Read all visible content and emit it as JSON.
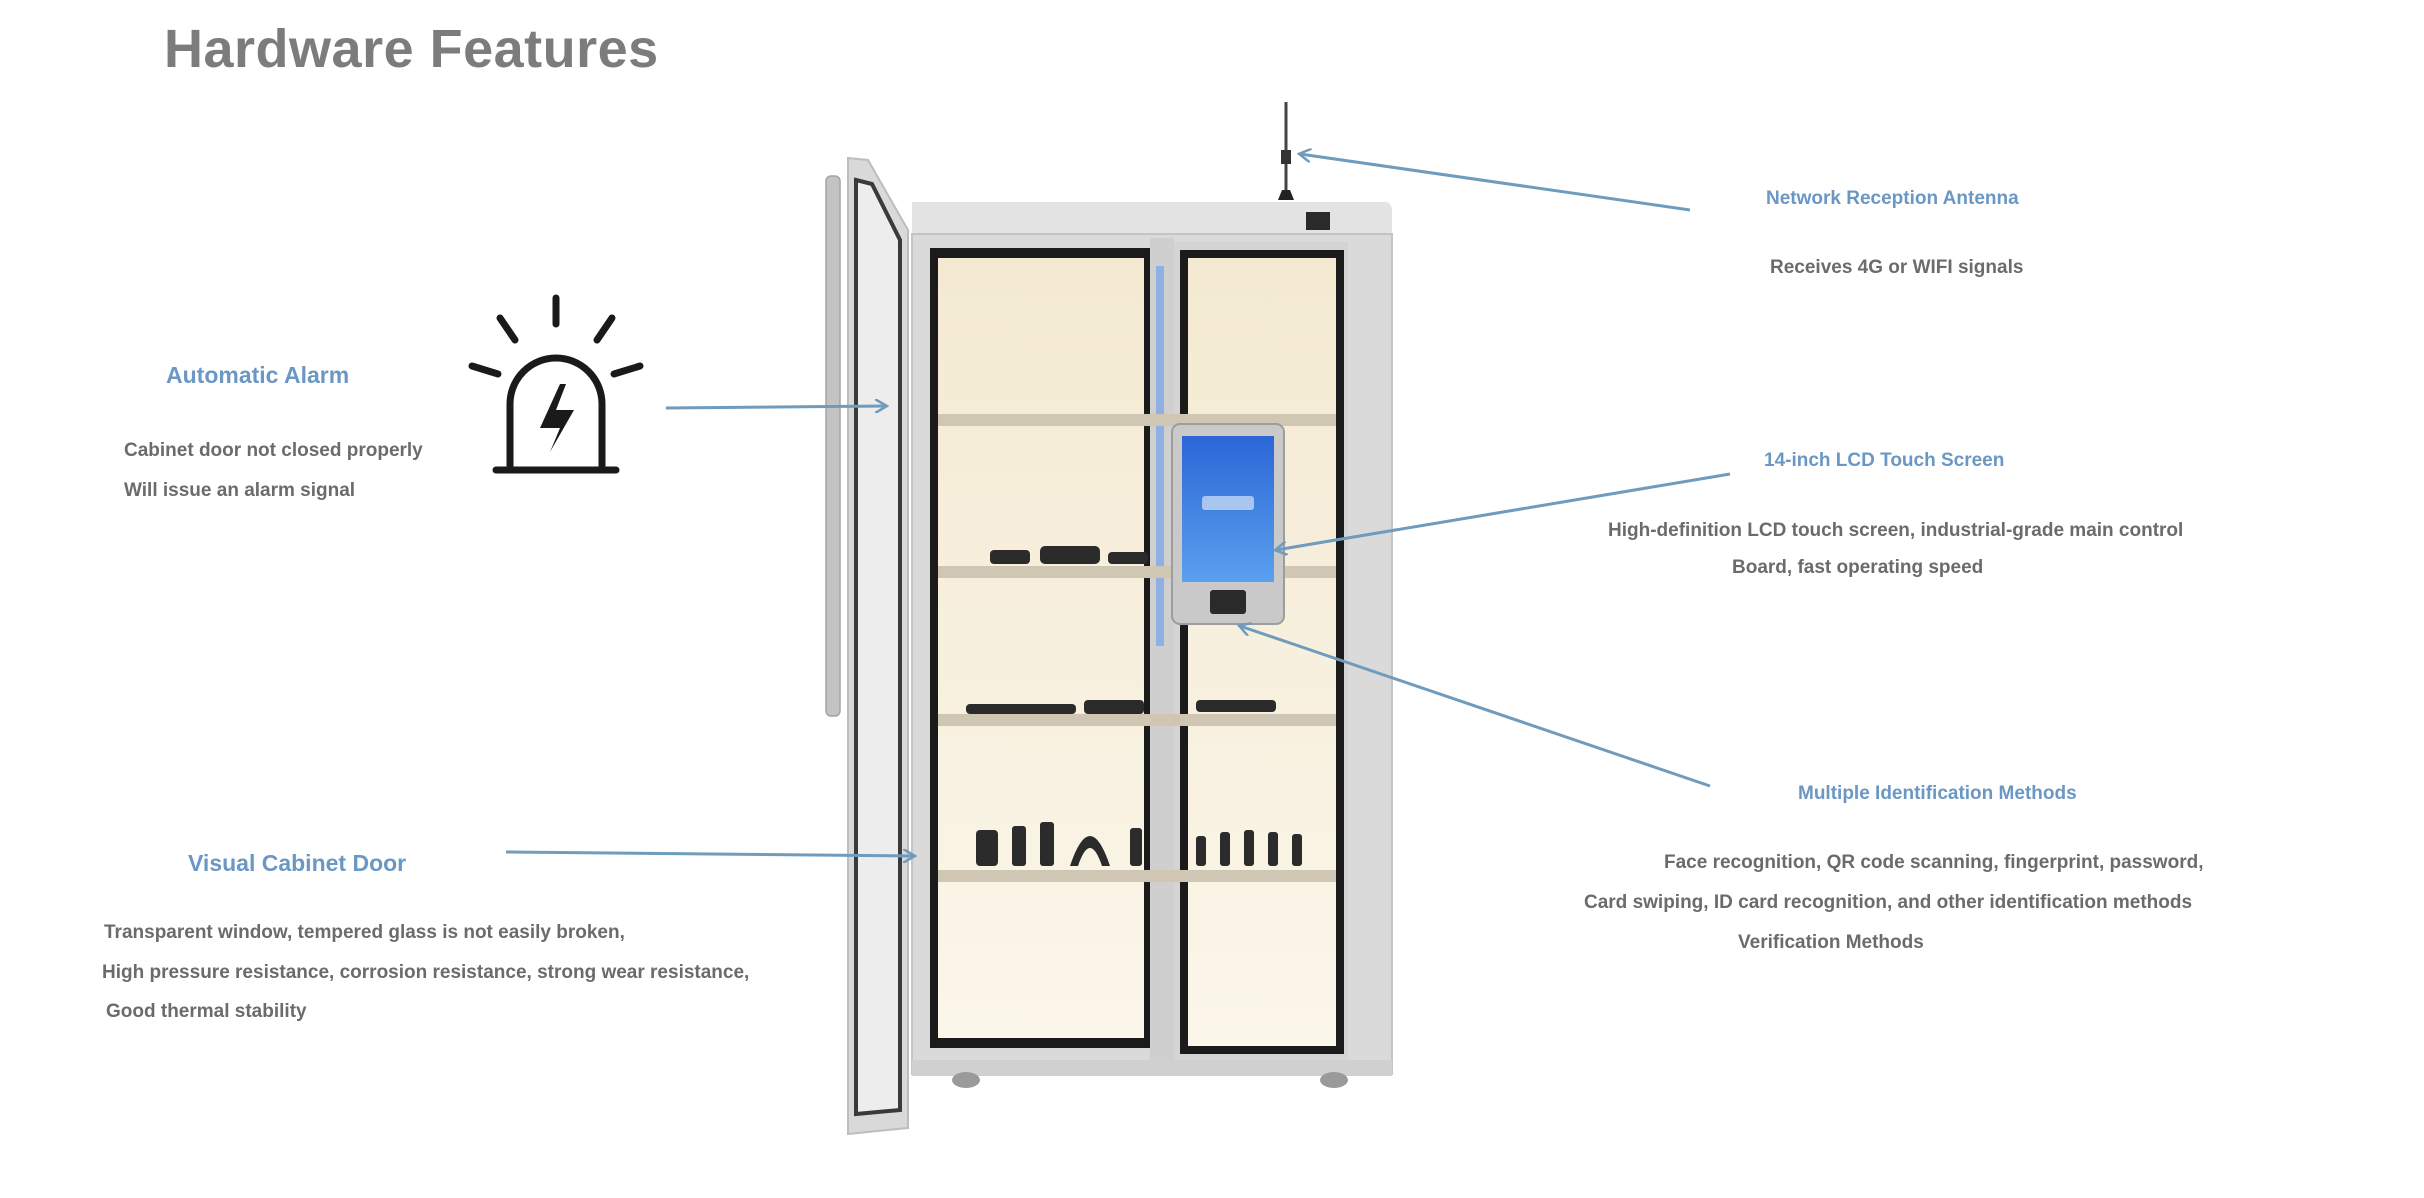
{
  "page": {
    "title": "Hardware Features"
  },
  "features": {
    "alarm": {
      "title": "Automatic Alarm",
      "lines": [
        "Cabinet door not closed properly",
        "Will issue an alarm signal"
      ]
    },
    "door": {
      "title": "Visual Cabinet Door",
      "lines": [
        "Transparent window, tempered glass is not easily broken,",
        "High pressure resistance, corrosion resistance, strong wear resistance,",
        "Good thermal stability"
      ]
    },
    "antenna": {
      "title": "Network Reception Antenna",
      "lines": [
        "Receives 4G or WIFI signals"
      ]
    },
    "screen": {
      "title": "14-inch LCD Touch Screen",
      "lines": [
        "High-definition LCD touch screen, industrial-grade main control",
        "Board, fast operating speed"
      ]
    },
    "ident": {
      "title": "Multiple Identification Methods",
      "lines": [
        "Face recognition, QR code scanning, fingerprint, password,",
        "Card swiping, ID card recognition, and other identification methods",
        "Verification Methods"
      ]
    }
  },
  "colors": {
    "accent": "#6a97c3",
    "arrow": "#6f9bbd",
    "text": "#6b6b6b",
    "title": "#7c7c7c"
  },
  "icons": [
    "alarm-light-icon"
  ]
}
